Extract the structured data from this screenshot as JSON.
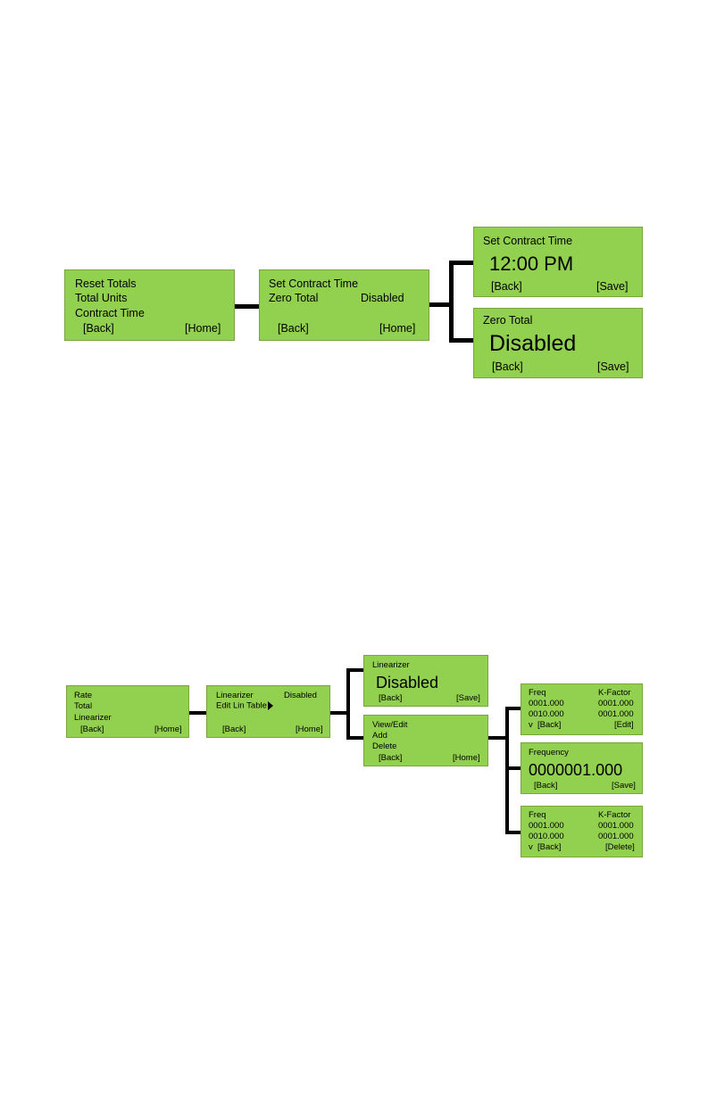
{
  "top": {
    "menu1": {
      "line1": "Reset Totals",
      "line2": "Total Units",
      "line3": "Contract Time",
      "back": "[Back]",
      "home": "[Home]"
    },
    "menu2": {
      "line1": "Set Contract Time",
      "line2_label": "Zero Total",
      "line2_value": "Disabled",
      "back": "[Back]",
      "home": "[Home]"
    },
    "time_screen": {
      "title": "Set Contract Time",
      "value": "12:00 PM",
      "back": "[Back]",
      "save": "[Save]"
    },
    "zero_screen": {
      "title": "Zero Total",
      "value": "Disabled",
      "back": "[Back]",
      "save": "[Save]"
    }
  },
  "bottom": {
    "menu1": {
      "line1": "Rate",
      "line2": "Total",
      "line3": "Linearizer",
      "back": "[Back]",
      "home": "[Home]"
    },
    "menu2": {
      "line1_label": "Linearizer",
      "line1_value": "Disabled",
      "line2": "Edit Lin Table",
      "back": "[Back]",
      "home": "[Home]"
    },
    "lin_screen": {
      "title": "Linearizer",
      "value": "Disabled",
      "back": "[Back]",
      "save": "[Save]"
    },
    "edit_menu": {
      "line1": "View/Edit",
      "line2": "Add",
      "line3": "Delete",
      "back": "[Back]",
      "home": "[Home]"
    },
    "view_table": {
      "col1": "Freq",
      "col2": "K-Factor",
      "r1c1": "0001.000",
      "r1c2": "0001.000",
      "r2c1": "0010.000",
      "r2c2": "0001.000",
      "nav": "v",
      "back": "[Back]",
      "action": "[Edit]"
    },
    "freq_screen": {
      "title": "Frequency",
      "value": "0000001.000",
      "back": "[Back]",
      "save": "[Save]"
    },
    "delete_table": {
      "col1": "Freq",
      "col2": "K-Factor",
      "r1c1": "0001.000",
      "r1c2": "0001.000",
      "r2c1": "0010.000",
      "r2c2": "0001.000",
      "nav": "v",
      "back": "[Back]",
      "action": "[Delete]"
    }
  }
}
